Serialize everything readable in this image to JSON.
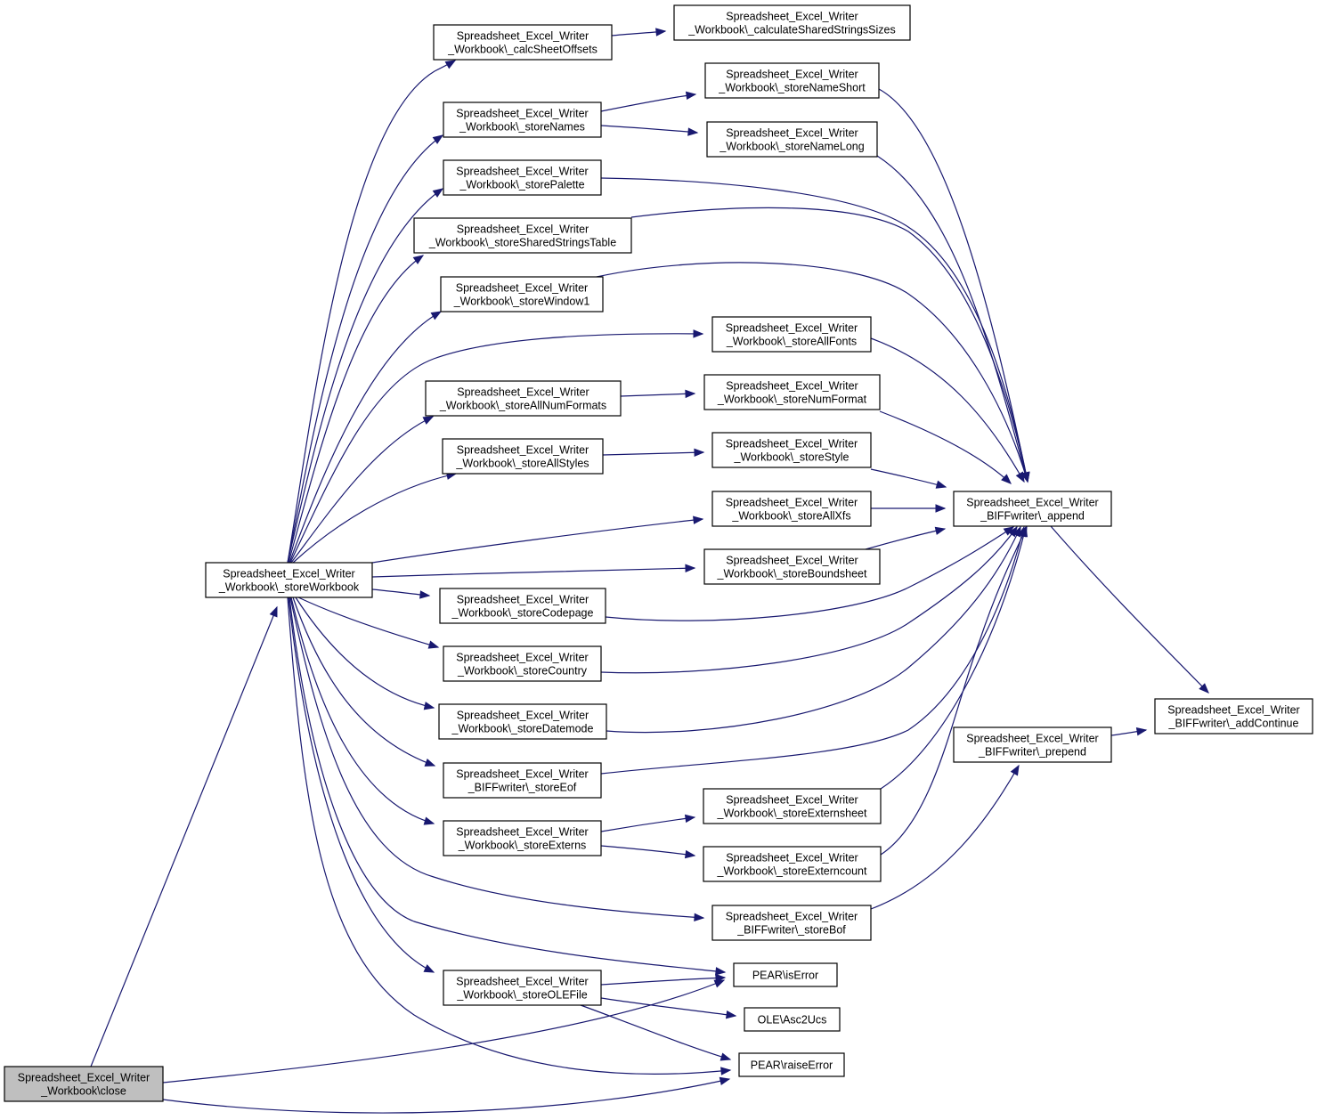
{
  "colors": {
    "edge": "#191970",
    "node_fill": "#ffffff",
    "root_fill": "#bfbfbf",
    "border": "#000000"
  },
  "nodes": [
    {
      "id": "close",
      "lines": [
        "Spreadsheet_Excel_Writer",
        "_Workbook\\close"
      ],
      "root": true
    },
    {
      "id": "storeWorkbook",
      "lines": [
        "Spreadsheet_Excel_Writer",
        "_Workbook\\_storeWorkbook"
      ]
    },
    {
      "id": "calcSheetOffsets",
      "lines": [
        "Spreadsheet_Excel_Writer",
        "_Workbook\\_calcSheetOffsets"
      ]
    },
    {
      "id": "calcSSTSizes",
      "lines": [
        "Spreadsheet_Excel_Writer",
        "_Workbook\\_calculateSharedStringsSizes"
      ]
    },
    {
      "id": "storeNames",
      "lines": [
        "Spreadsheet_Excel_Writer",
        "_Workbook\\_storeNames"
      ]
    },
    {
      "id": "storeNameShort",
      "lines": [
        "Spreadsheet_Excel_Writer",
        "_Workbook\\_storeNameShort"
      ]
    },
    {
      "id": "storeNameLong",
      "lines": [
        "Spreadsheet_Excel_Writer",
        "_Workbook\\_storeNameLong"
      ]
    },
    {
      "id": "storePalette",
      "lines": [
        "Spreadsheet_Excel_Writer",
        "_Workbook\\_storePalette"
      ]
    },
    {
      "id": "storeSST",
      "lines": [
        "Spreadsheet_Excel_Writer",
        "_Workbook\\_storeSharedStringsTable"
      ]
    },
    {
      "id": "storeWindow1",
      "lines": [
        "Spreadsheet_Excel_Writer",
        "_Workbook\\_storeWindow1"
      ]
    },
    {
      "id": "storeAllFonts",
      "lines": [
        "Spreadsheet_Excel_Writer",
        "_Workbook\\_storeAllFonts"
      ]
    },
    {
      "id": "storeAllNumFormats",
      "lines": [
        "Spreadsheet_Excel_Writer",
        "_Workbook\\_storeAllNumFormats"
      ]
    },
    {
      "id": "storeNumFormat",
      "lines": [
        "Spreadsheet_Excel_Writer",
        "_Workbook\\_storeNumFormat"
      ]
    },
    {
      "id": "storeAllStyles",
      "lines": [
        "Spreadsheet_Excel_Writer",
        "_Workbook\\_storeAllStyles"
      ]
    },
    {
      "id": "storeStyle",
      "lines": [
        "Spreadsheet_Excel_Writer",
        "_Workbook\\_storeStyle"
      ]
    },
    {
      "id": "storeAllXfs",
      "lines": [
        "Spreadsheet_Excel_Writer",
        "_Workbook\\_storeAllXfs"
      ]
    },
    {
      "id": "append",
      "lines": [
        "Spreadsheet_Excel_Writer",
        "_BIFFwriter\\_append"
      ]
    },
    {
      "id": "storeBoundsheet",
      "lines": [
        "Spreadsheet_Excel_Writer",
        "_Workbook\\_storeBoundsheet"
      ]
    },
    {
      "id": "storeCodepage",
      "lines": [
        "Spreadsheet_Excel_Writer",
        "_Workbook\\_storeCodepage"
      ]
    },
    {
      "id": "storeCountry",
      "lines": [
        "Spreadsheet_Excel_Writer",
        "_Workbook\\_storeCountry"
      ]
    },
    {
      "id": "storeDatemode",
      "lines": [
        "Spreadsheet_Excel_Writer",
        "_Workbook\\_storeDatemode"
      ]
    },
    {
      "id": "addContinue",
      "lines": [
        "Spreadsheet_Excel_Writer",
        "_BIFFwriter\\_addContinue"
      ]
    },
    {
      "id": "prepend",
      "lines": [
        "Spreadsheet_Excel_Writer",
        "_BIFFwriter\\_prepend"
      ]
    },
    {
      "id": "storeEof",
      "lines": [
        "Spreadsheet_Excel_Writer",
        "_BIFFwriter\\_storeEof"
      ]
    },
    {
      "id": "storeExterns",
      "lines": [
        "Spreadsheet_Excel_Writer",
        "_Workbook\\_storeExterns"
      ]
    },
    {
      "id": "storeExternsheet",
      "lines": [
        "Spreadsheet_Excel_Writer",
        "_Workbook\\_storeExternsheet"
      ]
    },
    {
      "id": "storeExterncount",
      "lines": [
        "Spreadsheet_Excel_Writer",
        "_Workbook\\_storeExterncount"
      ]
    },
    {
      "id": "storeBof",
      "lines": [
        "Spreadsheet_Excel_Writer",
        "_BIFFwriter\\_storeBof"
      ]
    },
    {
      "id": "isError",
      "lines": [
        "PEAR\\isError"
      ]
    },
    {
      "id": "storeOLEFile",
      "lines": [
        "Spreadsheet_Excel_Writer",
        "_Workbook\\_storeOLEFile"
      ]
    },
    {
      "id": "asc2ucs",
      "lines": [
        "OLE\\Asc2Ucs"
      ]
    },
    {
      "id": "raiseError",
      "lines": [
        "PEAR\\raiseError"
      ]
    }
  ],
  "edges": [
    [
      "close",
      "storeWorkbook"
    ],
    [
      "close",
      "isError"
    ],
    [
      "close",
      "raiseError"
    ],
    [
      "storeWorkbook",
      "calcSheetOffsets"
    ],
    [
      "storeWorkbook",
      "storeNames"
    ],
    [
      "storeWorkbook",
      "storePalette"
    ],
    [
      "storeWorkbook",
      "storeSST"
    ],
    [
      "storeWorkbook",
      "storeWindow1"
    ],
    [
      "storeWorkbook",
      "storeAllFonts"
    ],
    [
      "storeWorkbook",
      "storeAllNumFormats"
    ],
    [
      "storeWorkbook",
      "storeAllStyles"
    ],
    [
      "storeWorkbook",
      "storeAllXfs"
    ],
    [
      "storeWorkbook",
      "storeBoundsheet"
    ],
    [
      "storeWorkbook",
      "storeCodepage"
    ],
    [
      "storeWorkbook",
      "storeCountry"
    ],
    [
      "storeWorkbook",
      "storeDatemode"
    ],
    [
      "storeWorkbook",
      "storeEof"
    ],
    [
      "storeWorkbook",
      "storeExterns"
    ],
    [
      "storeWorkbook",
      "storeBof"
    ],
    [
      "storeWorkbook",
      "isError"
    ],
    [
      "storeWorkbook",
      "storeOLEFile"
    ],
    [
      "storeWorkbook",
      "raiseError"
    ],
    [
      "calcSheetOffsets",
      "calcSSTSizes"
    ],
    [
      "storeNames",
      "storeNameShort"
    ],
    [
      "storeNames",
      "storeNameLong"
    ],
    [
      "storeNameShort",
      "append"
    ],
    [
      "storeNameLong",
      "append"
    ],
    [
      "storePalette",
      "append"
    ],
    [
      "storeSST",
      "append"
    ],
    [
      "storeWindow1",
      "append"
    ],
    [
      "storeAllFonts",
      "append"
    ],
    [
      "storeAllNumFormats",
      "storeNumFormat"
    ],
    [
      "storeNumFormat",
      "append"
    ],
    [
      "storeAllStyles",
      "storeStyle"
    ],
    [
      "storeStyle",
      "append"
    ],
    [
      "storeAllXfs",
      "append"
    ],
    [
      "storeBoundsheet",
      "append"
    ],
    [
      "storeCodepage",
      "append"
    ],
    [
      "storeCountry",
      "append"
    ],
    [
      "storeDatemode",
      "append"
    ],
    [
      "storeEof",
      "append"
    ],
    [
      "storeExterns",
      "storeExternsheet"
    ],
    [
      "storeExterns",
      "storeExterncount"
    ],
    [
      "storeExternsheet",
      "append"
    ],
    [
      "storeExterncount",
      "append"
    ],
    [
      "storeBof",
      "prepend"
    ],
    [
      "append",
      "addContinue"
    ],
    [
      "prepend",
      "addContinue"
    ],
    [
      "storeOLEFile",
      "isError"
    ],
    [
      "storeOLEFile",
      "asc2ucs"
    ],
    [
      "storeOLEFile",
      "raiseError"
    ]
  ]
}
